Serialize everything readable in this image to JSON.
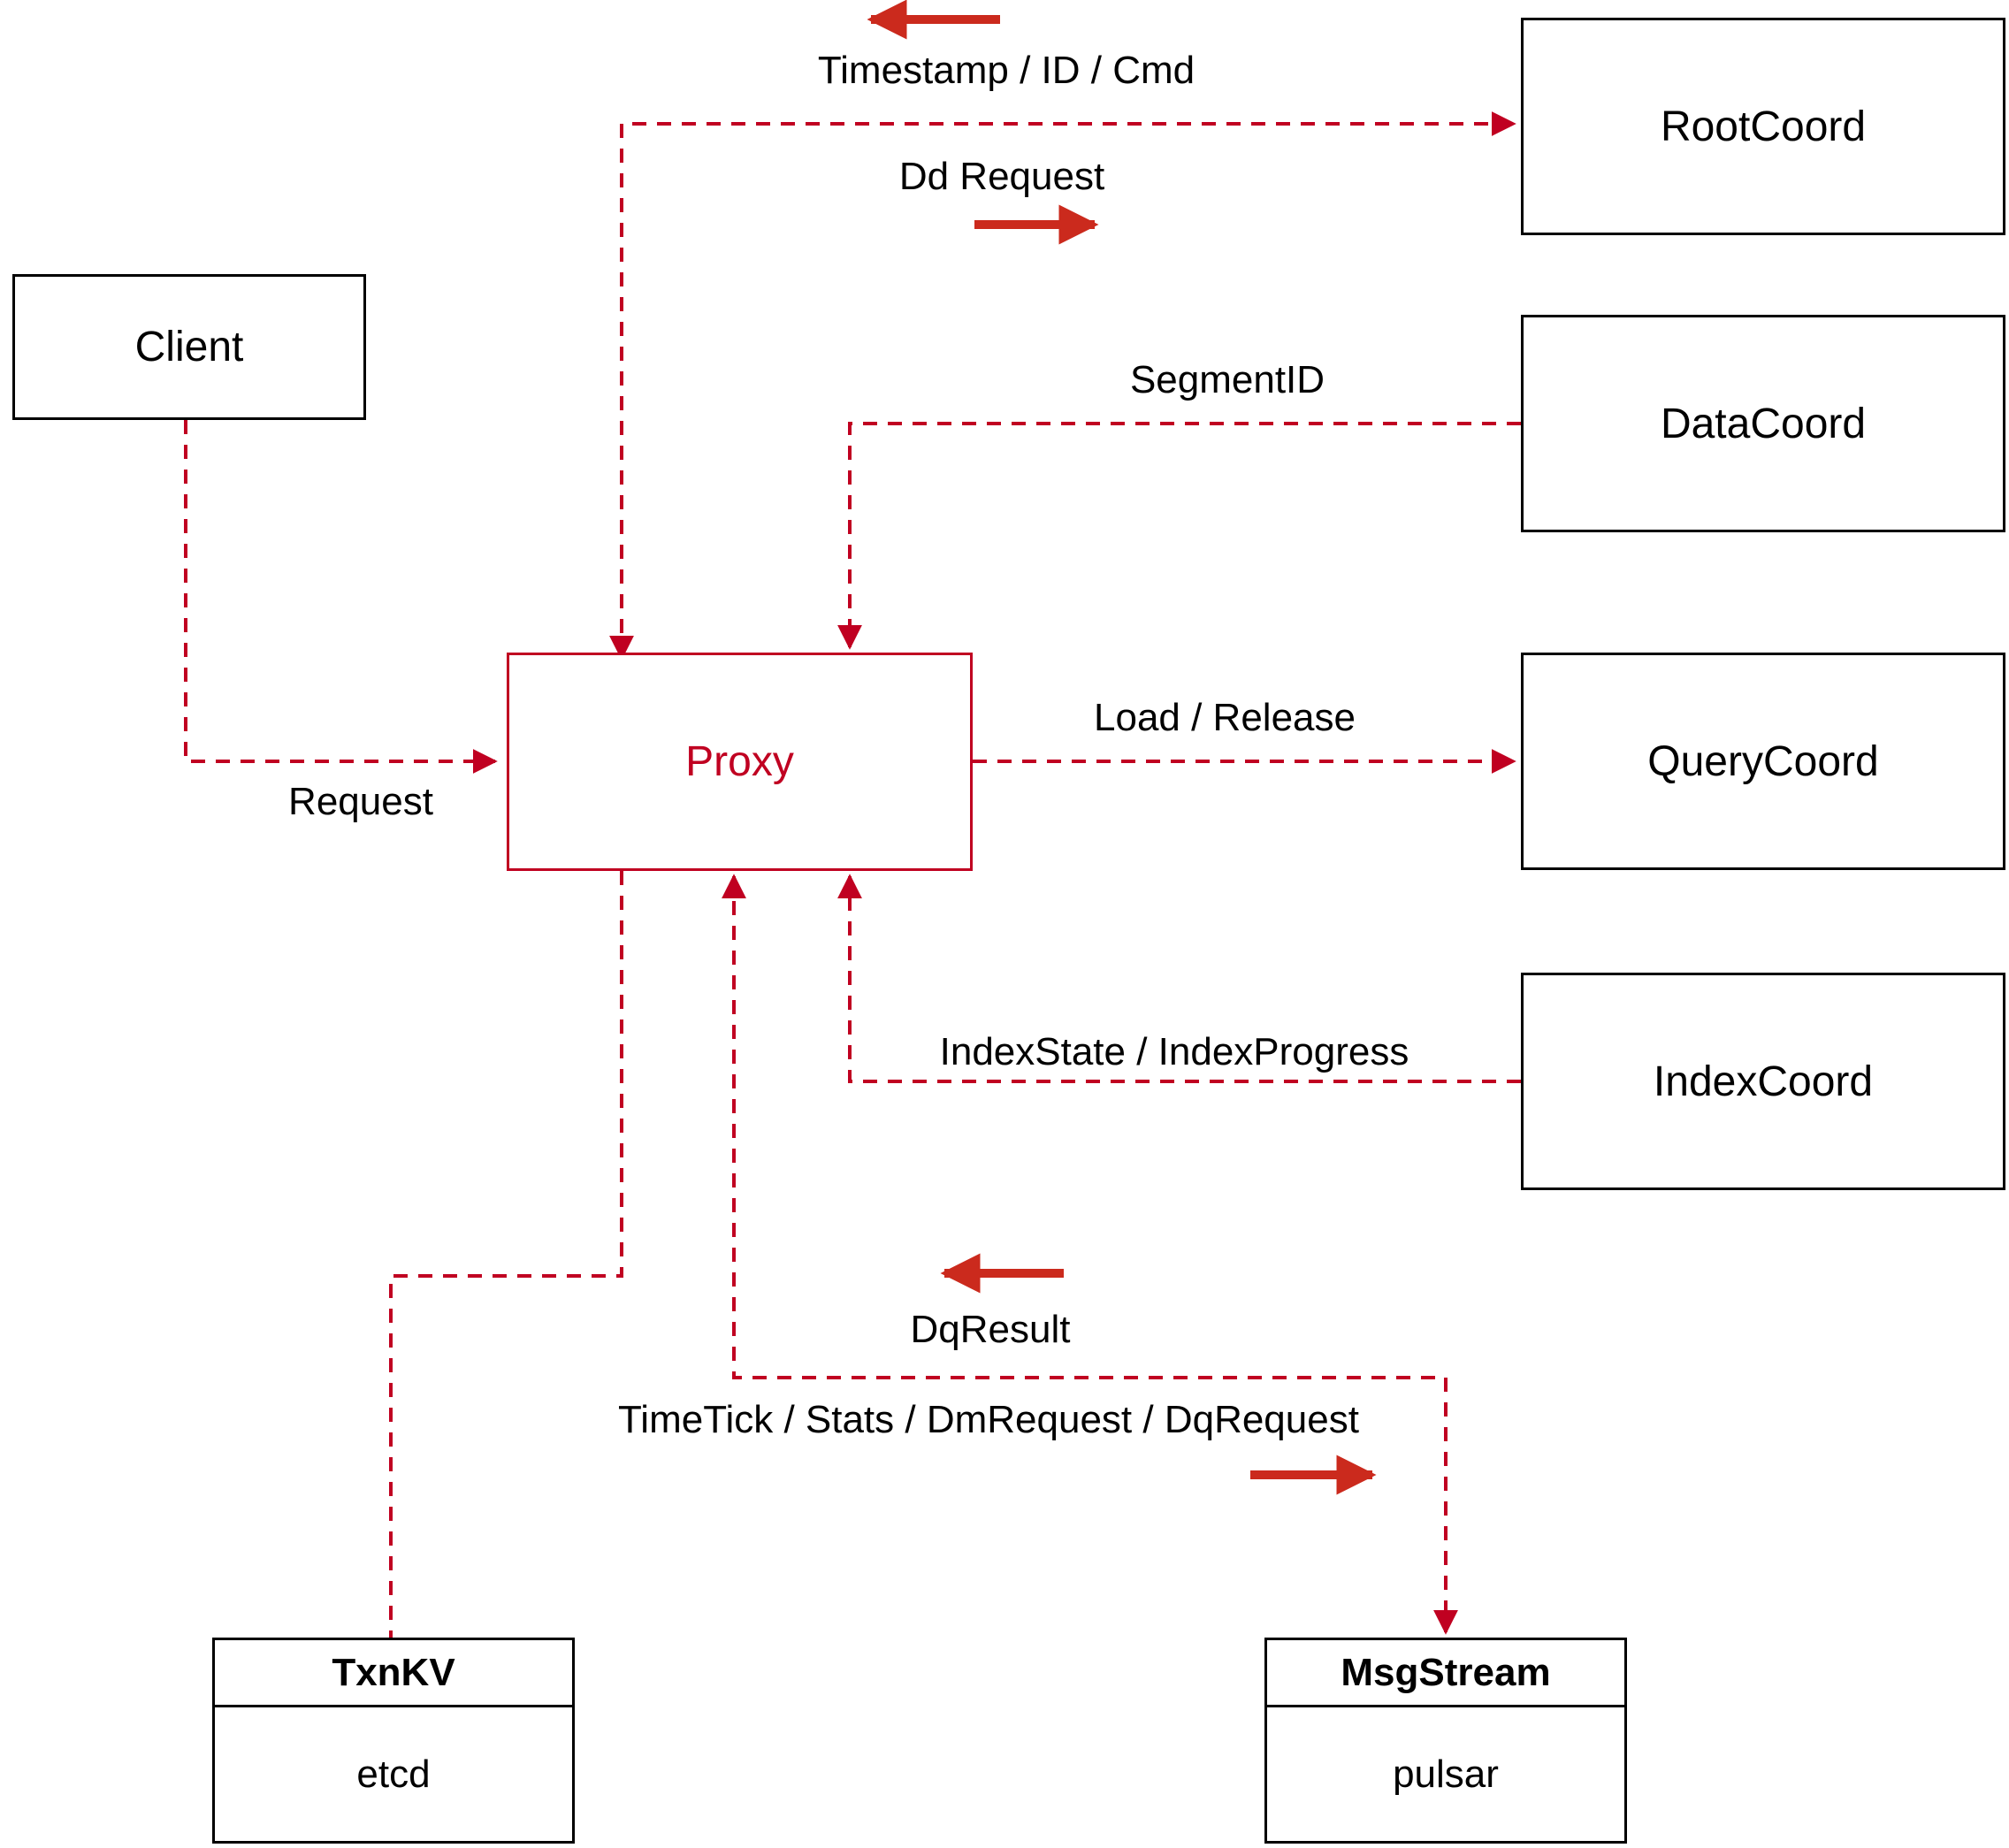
{
  "diagram": {
    "nodes": {
      "client": {
        "label": "Client"
      },
      "rootcoord": {
        "label": "RootCoord"
      },
      "datacoord": {
        "label": "DataCoord"
      },
      "querycoord": {
        "label": "QueryCoord"
      },
      "indexcoord": {
        "label": "IndexCoord"
      },
      "proxy": {
        "label": "Proxy"
      },
      "txnkv": {
        "title": "TxnKV",
        "body": "etcd"
      },
      "msgstream": {
        "title": "MsgStream",
        "body": "pulsar"
      }
    },
    "edges": {
      "client_proxy": {
        "label": "Request"
      },
      "proxy_rootcoord": {
        "label_up": "Timestamp / ID / Cmd",
        "label_down": "Dd Request"
      },
      "datacoord_proxy": {
        "label": "SegmentID"
      },
      "proxy_querycoord": {
        "label": "Load / Release"
      },
      "indexcoord_proxy": {
        "label": "IndexState / IndexProgress"
      },
      "proxy_msgstream": {
        "label_up": "DqResult",
        "label_down": "TimeTick / Stats / DmRequest / DqRequest"
      }
    },
    "colors": {
      "line_red": "#c00021",
      "arrow_red": "#cb2a1d",
      "node_border": "#000000",
      "text_color": "#000000",
      "background": "#ffffff"
    }
  }
}
